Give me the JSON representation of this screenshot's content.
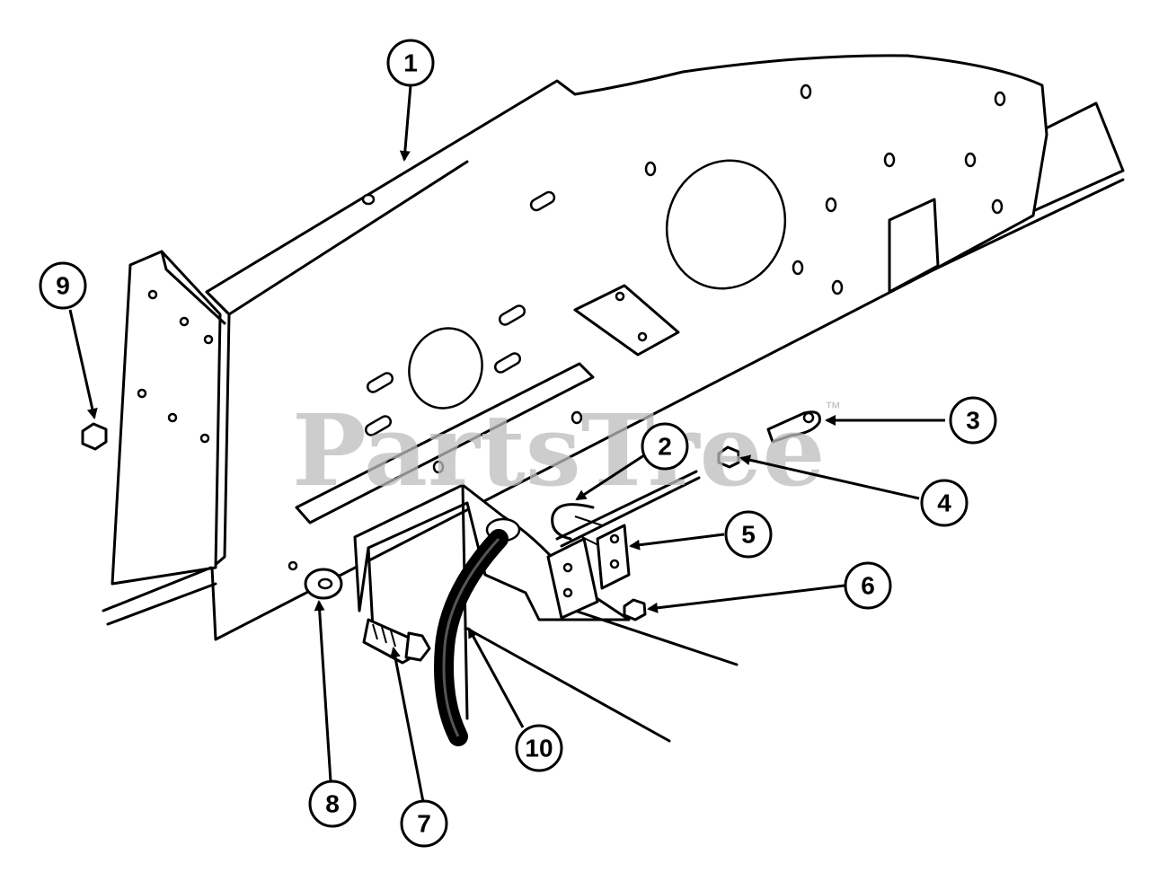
{
  "watermark": {
    "brand": "PartsTree",
    "trademark": "™"
  },
  "callouts": [
    {
      "id": "1",
      "label": "1"
    },
    {
      "id": "2",
      "label": "2"
    },
    {
      "id": "3",
      "label": "3"
    },
    {
      "id": "4",
      "label": "4"
    },
    {
      "id": "5",
      "label": "5"
    },
    {
      "id": "6",
      "label": "6"
    },
    {
      "id": "7",
      "label": "7"
    },
    {
      "id": "8",
      "label": "8"
    },
    {
      "id": "9",
      "label": "9"
    },
    {
      "id": "10",
      "label": "10"
    }
  ]
}
